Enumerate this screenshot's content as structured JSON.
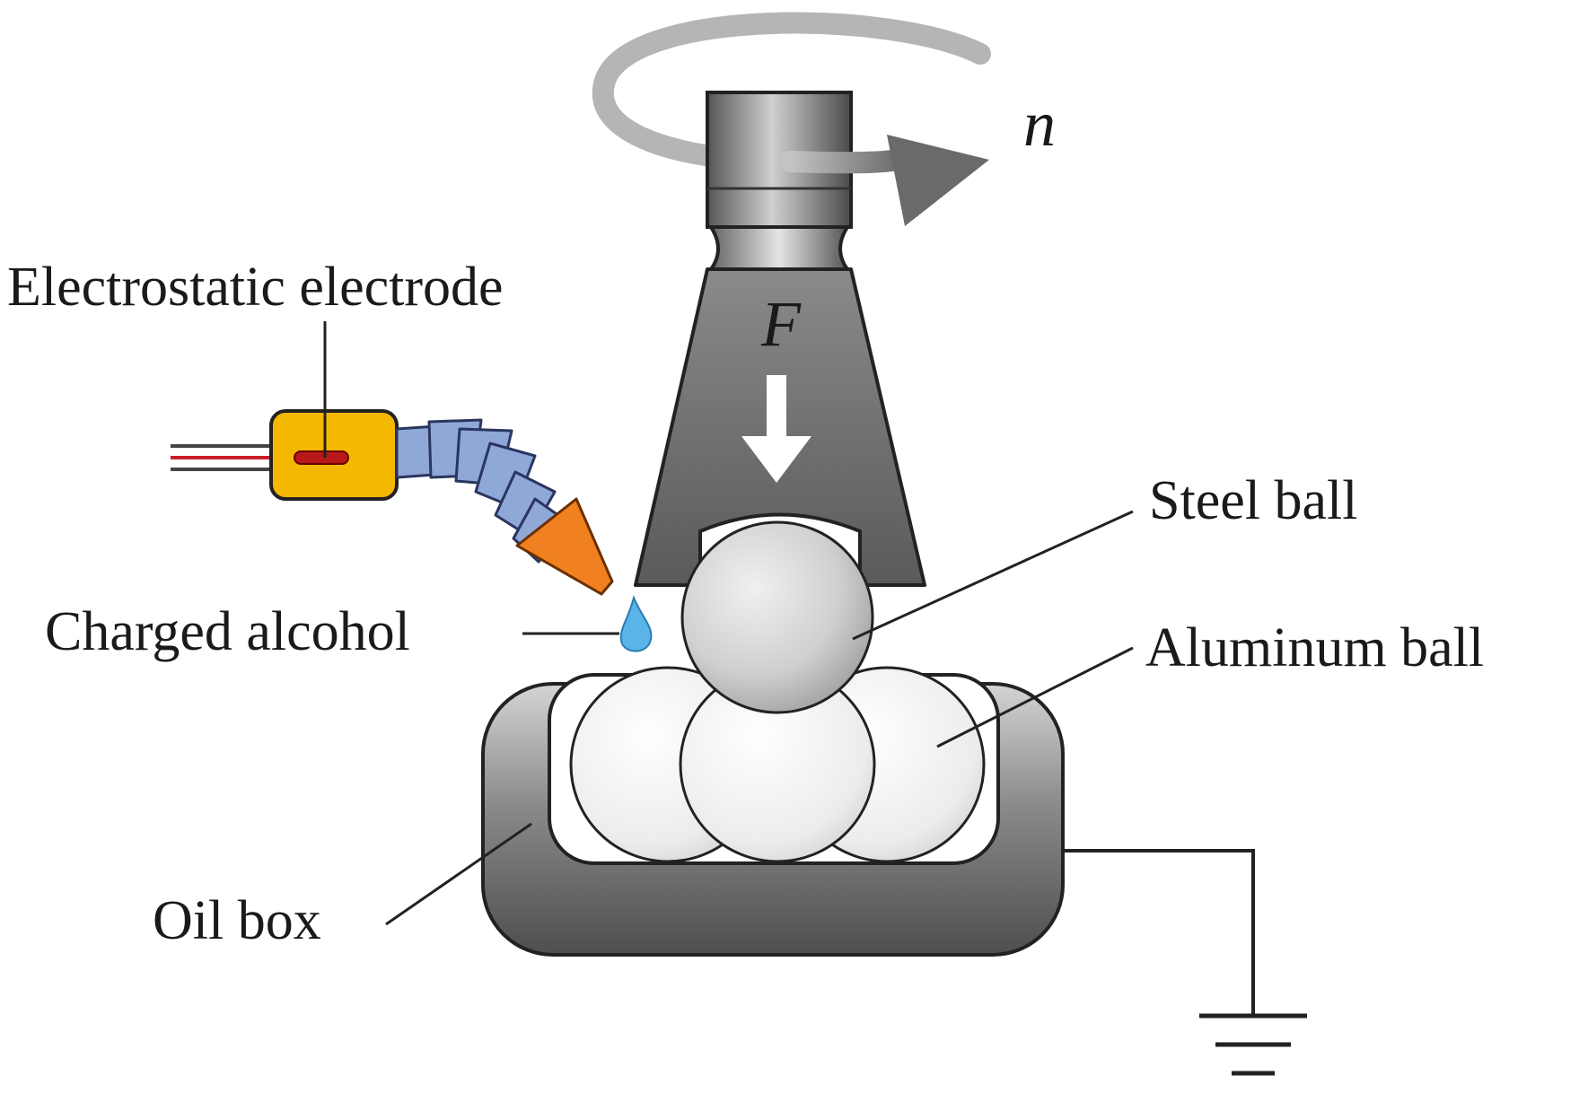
{
  "labels": {
    "rotation_symbol": "n",
    "force_symbol": "F",
    "electrode": "Electrostatic electrode",
    "alcohol": "Charged alcohol",
    "steel_ball": "Steel ball",
    "aluminum_ball": "Aluminum ball",
    "oil_box": "Oil box"
  },
  "colors": {
    "spindle_dark": "#4d4d4d",
    "spindle_light": "#c8c8c8",
    "electrode_body": "#f5b800",
    "nozzle_tube": "#8fa8d8",
    "nozzle_tip": "#f08020",
    "droplet": "#5ab4e8",
    "ball": "#e6e6e6"
  }
}
